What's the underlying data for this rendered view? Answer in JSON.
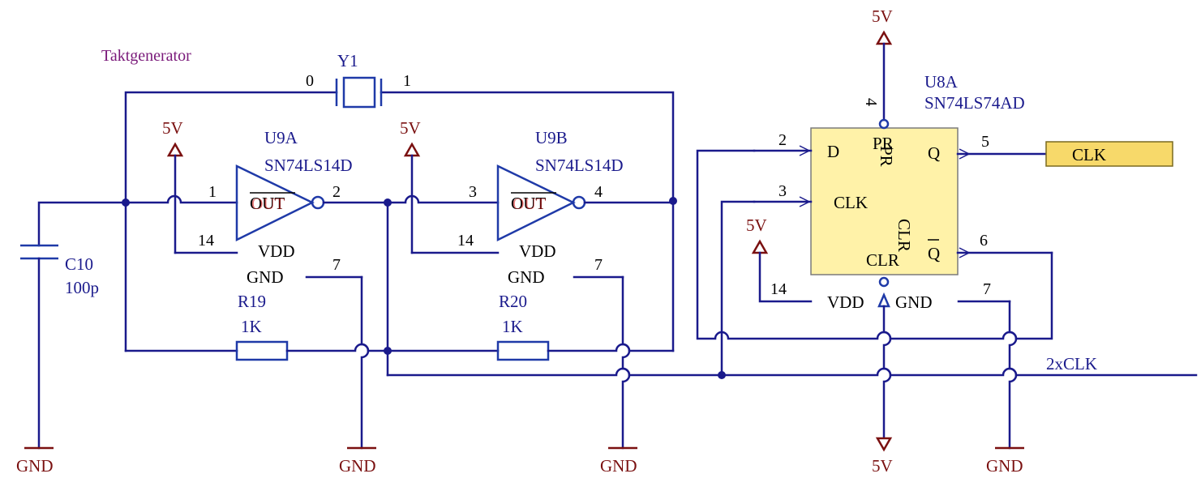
{
  "title": "Taktgenerator",
  "crystal": {
    "ref": "Y1",
    "pin_left": "0",
    "pin_right": "1"
  },
  "capacitor": {
    "ref": "C10",
    "value": "100p"
  },
  "r19": {
    "ref": "R19",
    "value": "1K"
  },
  "r20": {
    "ref": "R20",
    "value": "1K"
  },
  "u9a": {
    "ref": "U9A",
    "part": "SN74LS14D",
    "pin_in": "1",
    "pin_out": "2",
    "pin_vdd": "14",
    "pin_gnd": "7",
    "vdd": "VDD",
    "gnd": "GND",
    "overlay": "OUT"
  },
  "u9b": {
    "ref": "U9B",
    "part": "SN74LS14D",
    "pin_in": "3",
    "pin_out": "4",
    "pin_vdd": "14",
    "pin_gnd": "7",
    "vdd": "VDD",
    "gnd": "GND",
    "overlay": "OUT"
  },
  "u8a": {
    "ref": "U8A",
    "part": "SN74LS74AD",
    "d": "D",
    "clk": "CLK",
    "q": "Q",
    "qbar": "Q",
    "pr": "PR",
    "clr": "CLR",
    "vdd": "VDD",
    "gnd": "GND",
    "pin_d": "2",
    "pin_clk": "3",
    "pin_q": "5",
    "pin_qbar": "6",
    "pin_pr": "4",
    "pin_vdd": "14",
    "pin_gnd": "7"
  },
  "power": {
    "v5": "5V",
    "gnd": "GND"
  },
  "nets": {
    "clk_port": "CLK",
    "clk2x": "2xCLK"
  },
  "colors": {
    "wire": "#1a1a8c",
    "component": "#1f3aa8",
    "power": "#7a1010",
    "chip_fill": "#fff2a8",
    "port_fill": "#f7d96a",
    "note": "#7a1a7a"
  }
}
